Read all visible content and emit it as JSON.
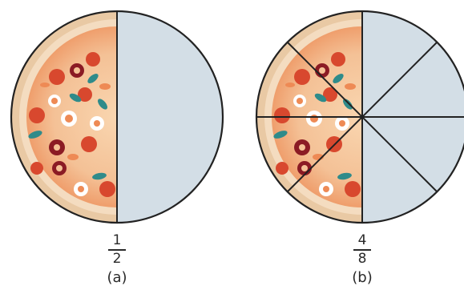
{
  "figures": [
    {
      "id": "a",
      "caption": "(a)",
      "fraction": {
        "numerator": "1",
        "denominator": "2"
      },
      "slices": 2,
      "pizza_half": "left",
      "shaded_half": "right"
    },
    {
      "id": "b",
      "caption": "(b)",
      "fraction": {
        "numerator": "4",
        "denominator": "8"
      },
      "slices": 8,
      "pizza_half": "left",
      "shaded_half": "right"
    }
  ],
  "colors": {
    "outline": "#222222",
    "shaded": "#d3dee6",
    "crust_outer": "#e9c9a4",
    "crust_inner": "#f4dcc0",
    "cheese": "#f6c89d",
    "sauce": "#ee8a55",
    "pepperoni": "#d8482e",
    "olive": "#8b1b24",
    "basil": "#2f8b8a",
    "onion": "#ffffff"
  }
}
